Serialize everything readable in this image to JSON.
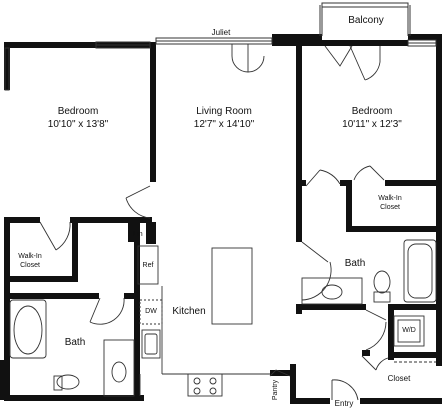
{
  "rooms": {
    "bedroom_left": {
      "name": "Bedroom",
      "dims": "10'10\" x 13'8\""
    },
    "living_room": {
      "name": "Living Room",
      "dims": "12'7\" x 14'10\""
    },
    "bedroom_right": {
      "name": "Bedroom",
      "dims": "10'11\" x 12'3\""
    },
    "walkin_left": {
      "line1": "Walk-In",
      "line2": "Closet"
    },
    "walkin_right": {
      "line1": "Walk-In",
      "line2": "Closet"
    },
    "bath_right": "Bath",
    "bath_left": "Bath",
    "kitchen": "Kitchen",
    "closet": "Closet",
    "entry": "Entry",
    "pantry": "Pantry"
  },
  "fixtures": {
    "juliet": "Juliet",
    "balcony": "Balcony",
    "linen": "Lin",
    "fridge": "Ref",
    "dishwasher": "DW",
    "washer_dryer": "W/D"
  },
  "colors": {
    "wall": "#111111",
    "line": "#222222",
    "background": "#ffffff"
  }
}
